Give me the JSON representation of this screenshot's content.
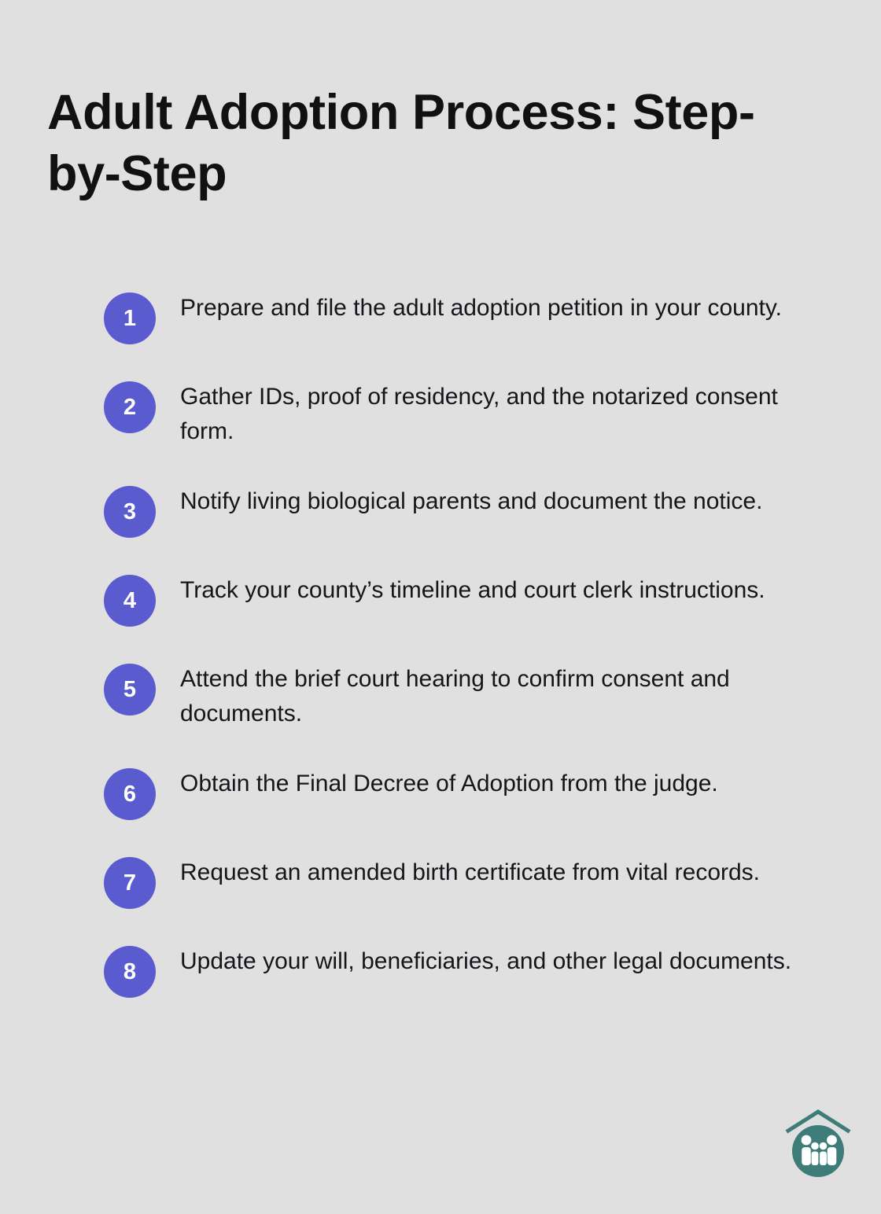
{
  "page": {
    "title": "Adult Adoption Process: Step-by-Step",
    "background_color": "#dfe0df",
    "text_color": "#15161a"
  },
  "theme": {
    "badge_color": "#5b5bd0",
    "badge_text_color": "#ffffff",
    "logo_color": "#3e7c7a",
    "title_color": "#111111"
  },
  "steps": [
    {
      "number": "1",
      "text": "Prepare and file the adult adoption petition in your county."
    },
    {
      "number": "2",
      "text": "Gather IDs, proof of residency, and the notarized consent form."
    },
    {
      "number": "3",
      "text": "Notify living biological parents and document the notice."
    },
    {
      "number": "4",
      "text": "Track your county’s timeline and court clerk instructions."
    },
    {
      "number": "5",
      "text": "Attend the brief court hearing to confirm consent and documents."
    },
    {
      "number": "6",
      "text": "Obtain the Final Decree of Adoption from the judge."
    },
    {
      "number": "7",
      "text": "Request an amended birth certificate from vital records."
    },
    {
      "number": "8",
      "text": "Update your will, beneficiaries, and other legal documents."
    }
  ],
  "logo": {
    "icon": "family-house-icon"
  }
}
